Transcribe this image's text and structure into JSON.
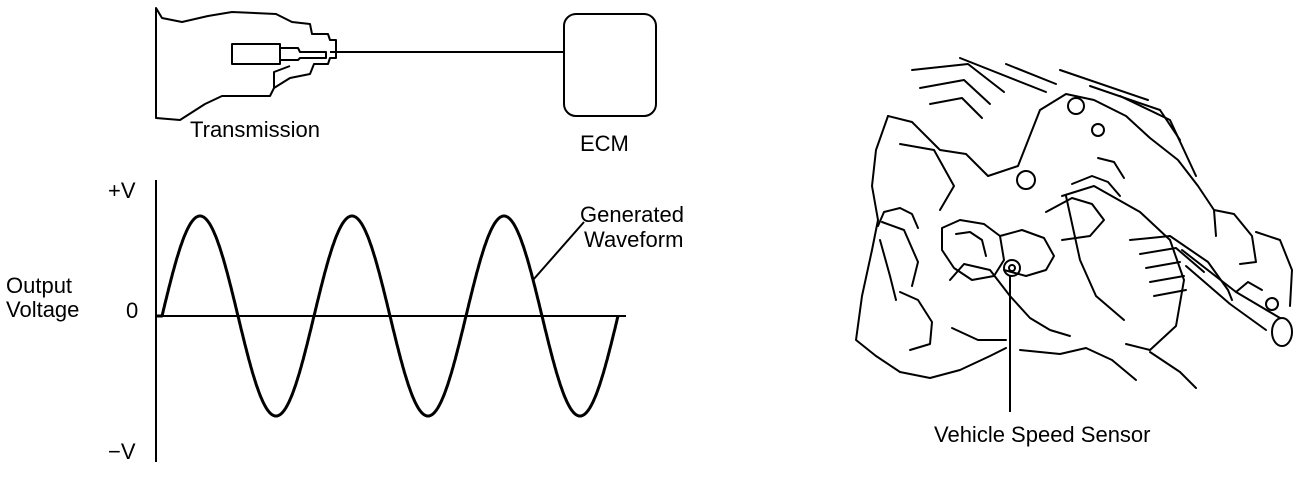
{
  "top_diagram": {
    "transmission_label": "Transmission",
    "ecm_label": "ECM"
  },
  "waveform": {
    "y_axis_label_line1": "Output",
    "y_axis_label_line2": "Voltage",
    "pos_v_label": "+V",
    "zero_label": "0",
    "neg_v_label": "−V",
    "curve_label_line1": "Generated",
    "curve_label_line2": "Waveform",
    "cycles": 3
  },
  "illustration": {
    "sensor_label": "Vehicle Speed Sensor"
  }
}
